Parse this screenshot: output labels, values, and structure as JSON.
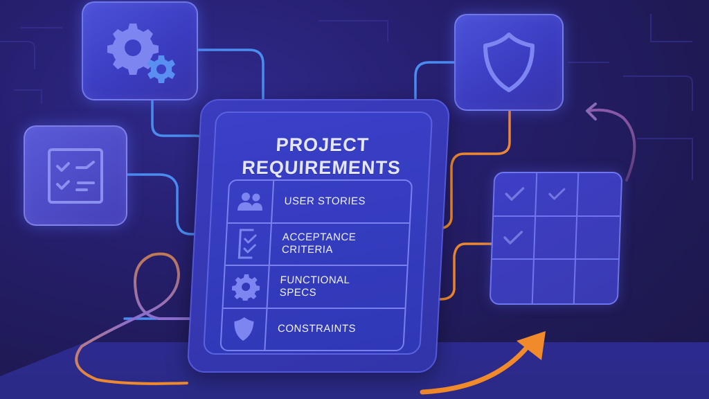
{
  "card": {
    "title_line1": "PROJECT",
    "title_line2": "REQUIREMENTS",
    "items": [
      {
        "icon": "users-icon",
        "line1": "USER STORIES",
        "line2": ""
      },
      {
        "icon": "checklist-icon",
        "line1": "ACCEPTANCE",
        "line2": "CRITERIA"
      },
      {
        "icon": "gear-icon",
        "line1": "FUNCTIONAL",
        "line2": "SPECS"
      },
      {
        "icon": "shield-icon",
        "line1": "CONSTRAINTS",
        "line2": ""
      }
    ]
  },
  "nodes": [
    {
      "name": "settings-node",
      "icon": "gears-icon"
    },
    {
      "name": "checklist-node",
      "icon": "checklist-icon"
    },
    {
      "name": "security-node",
      "icon": "shield-outline-icon"
    },
    {
      "name": "matrix-node",
      "icon": "grid-check-icon"
    }
  ],
  "matrix": {
    "checked": [
      true,
      true,
      false,
      true,
      false,
      false,
      false,
      false,
      false
    ]
  },
  "colors": {
    "background": "#231d5e",
    "card": "#3234a9",
    "blue_wire": "#4a8cf0",
    "orange_wire": "#f08a2a",
    "accent_icon": "#7d86f0",
    "text": "#eef0ff"
  }
}
